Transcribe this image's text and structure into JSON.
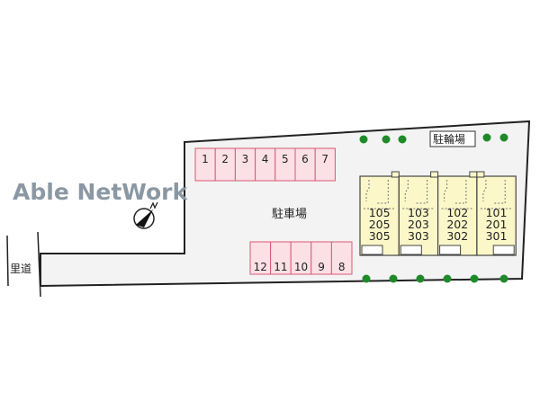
{
  "watermark": "Able NetWork",
  "road_label": "里道",
  "parking_label": "駐車場",
  "bicycle_label": "駐輪場",
  "parking_top": [
    "1",
    "2",
    "3",
    "4",
    "5",
    "6",
    "7"
  ],
  "parking_bottom": [
    "12",
    "11",
    "10",
    "9",
    "8"
  ],
  "units": [
    {
      "first": "105",
      "second": "205",
      "third": "305"
    },
    {
      "first": "103",
      "second": "203",
      "third": "303"
    },
    {
      "first": "102",
      "second": "202",
      "third": "302"
    },
    {
      "first": "101",
      "second": "201",
      "third": "301"
    }
  ],
  "colors": {
    "parking": "#fbe0e6",
    "parking_border": "#d85a72",
    "building": "#fbf7c8",
    "tree": "#1f8a2a",
    "site": "#f3f3f3"
  }
}
